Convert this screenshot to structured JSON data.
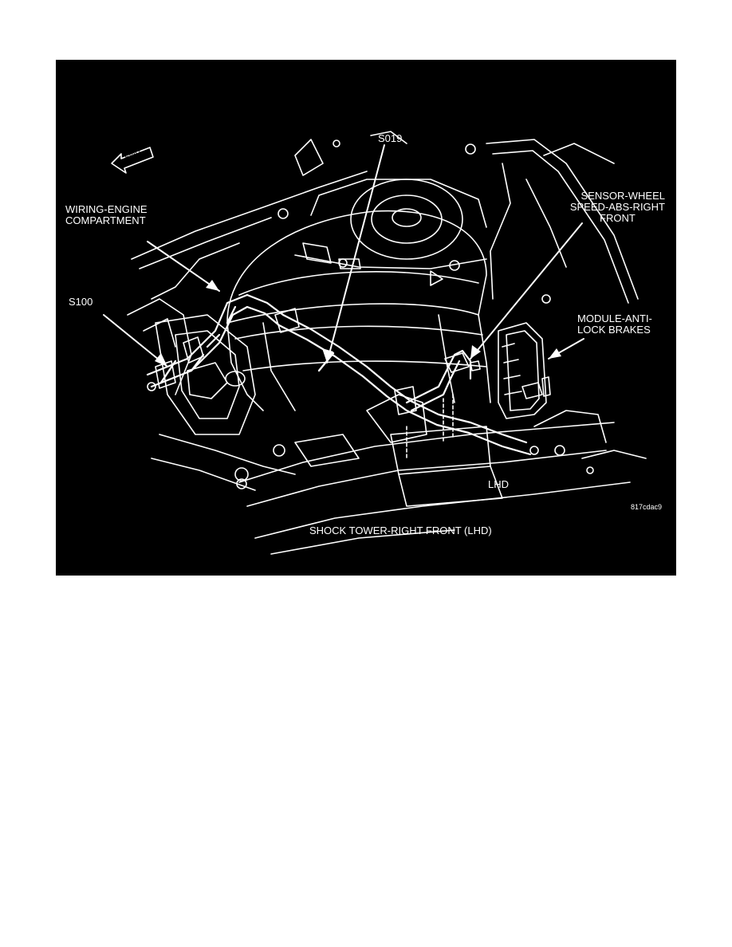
{
  "figure": {
    "caption": "SHOCK TOWER-RIGHT FRONT (LHD)",
    "figure_id": "817cdac9",
    "variant_label": "LHD",
    "fwd_label": "FWD",
    "callouts": {
      "s019": "S019",
      "s100": "S100",
      "wiring_line1": "WIRING-ENGINE",
      "wiring_line2": "COMPARTMENT",
      "sensor_line1": "SENSOR-WHEEL",
      "sensor_line2": "SPEED-ABS-RIGHT",
      "sensor_line3": "FRONT",
      "module_line1": "MODULE-ANTI-",
      "module_line2": "LOCK BRAKES"
    }
  },
  "colors": {
    "background": "#000000",
    "linework": "#ffffff",
    "page": "#ffffff"
  }
}
